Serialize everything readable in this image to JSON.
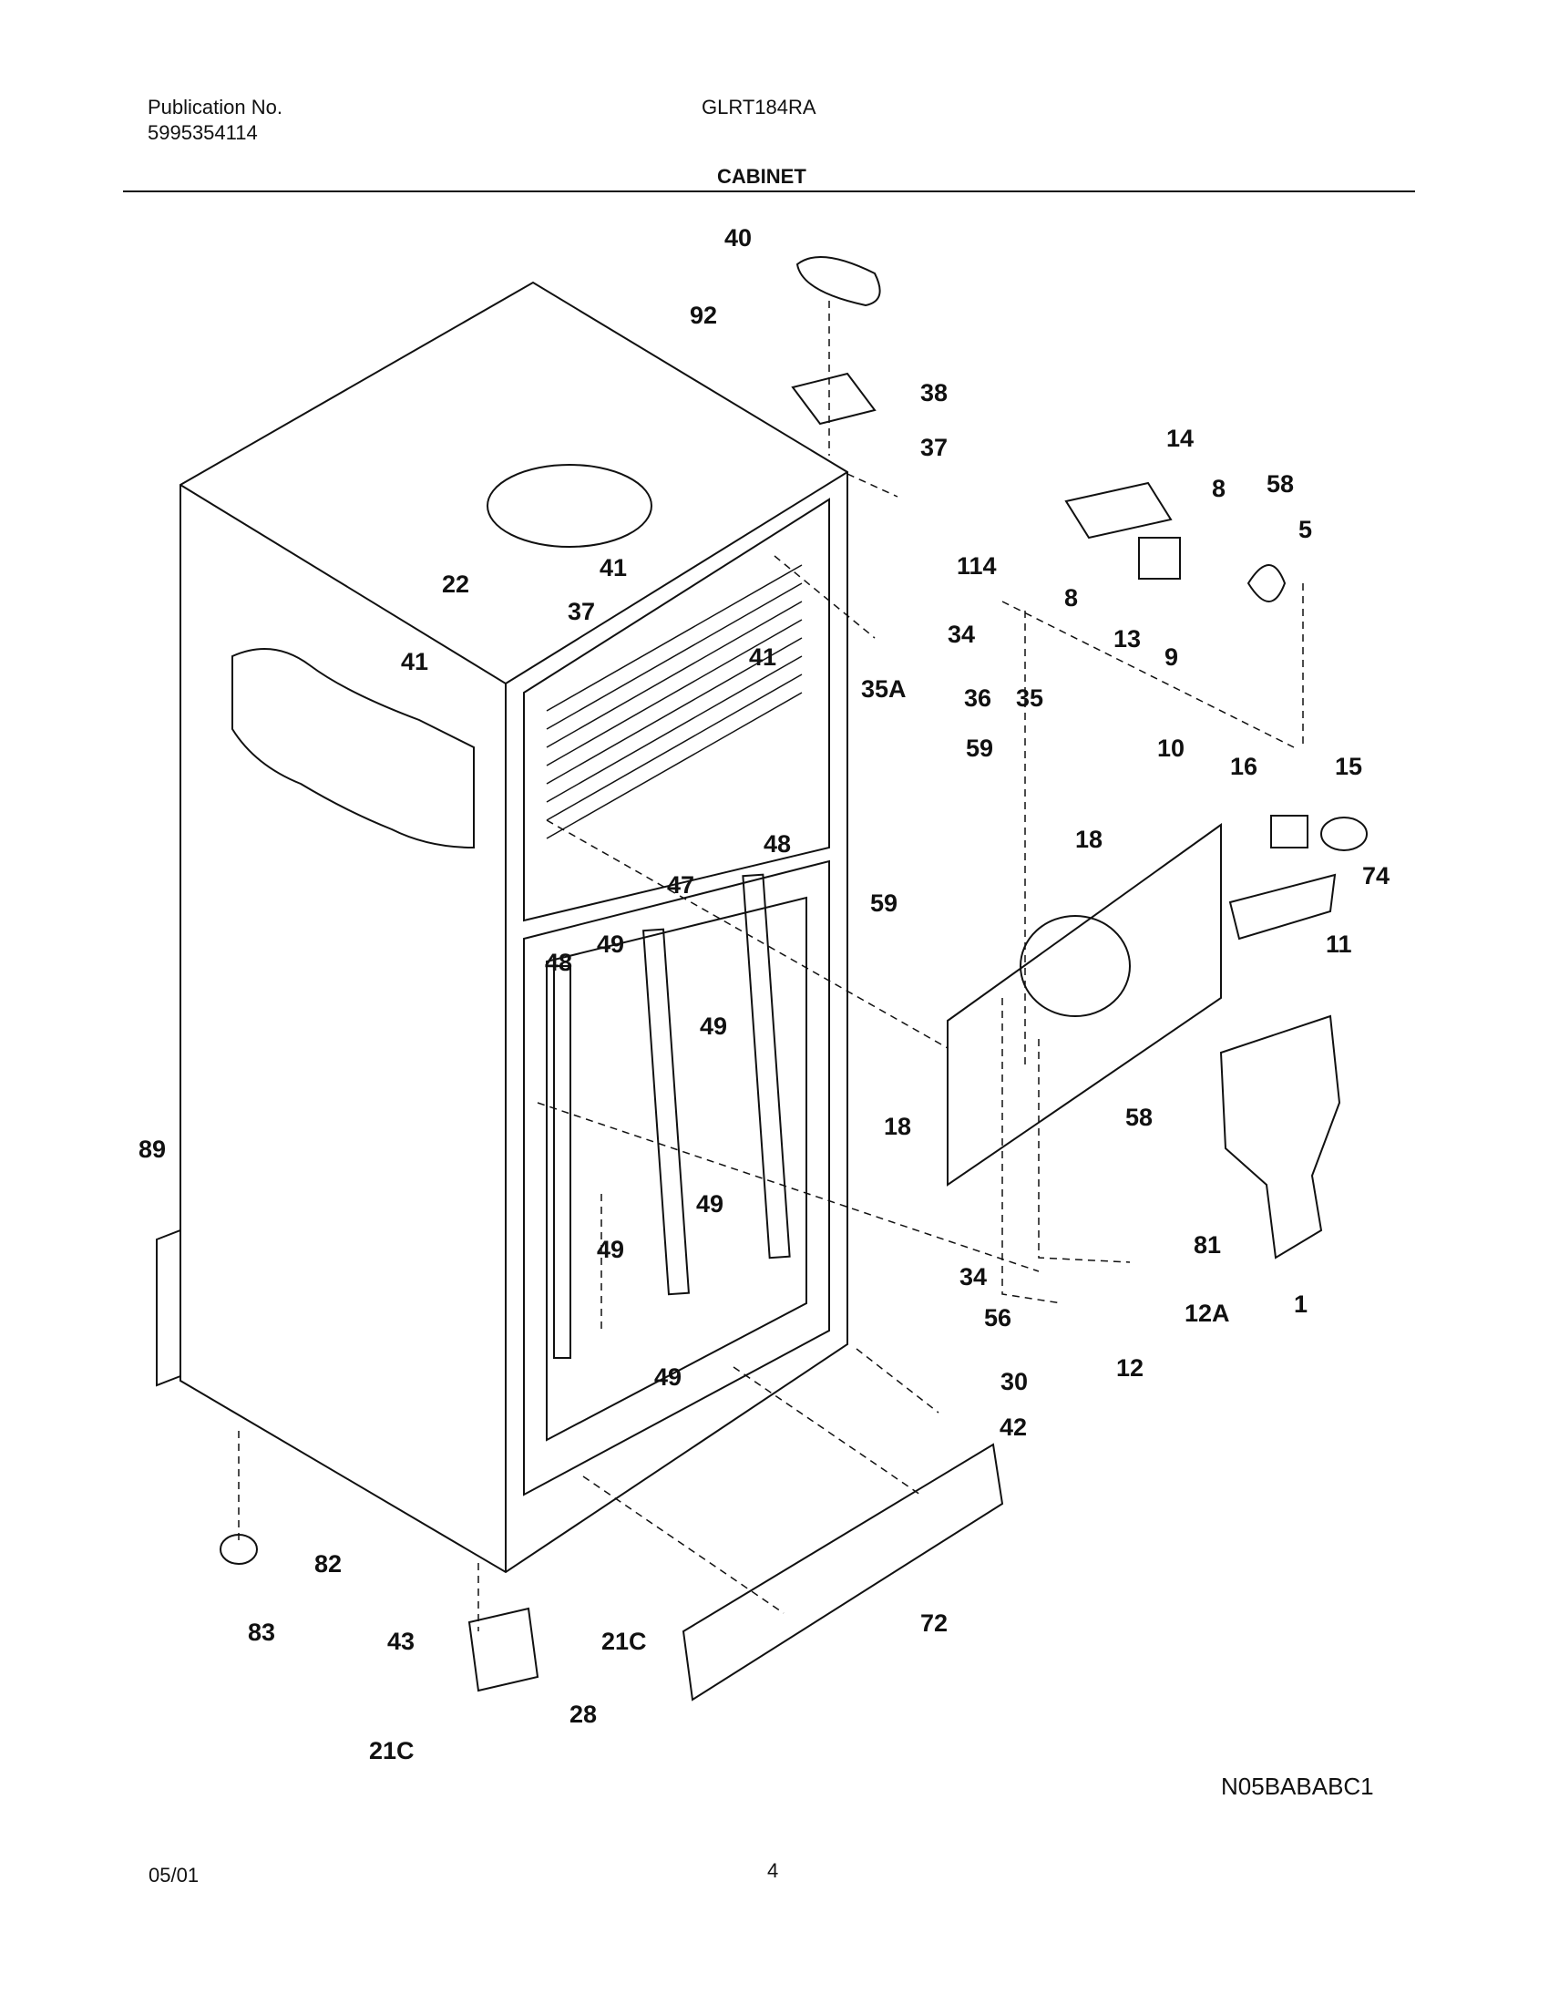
{
  "header": {
    "publication_label": "Publication No.",
    "publication_number": "5995354114",
    "model": "GLRT184RA",
    "section_title": "CABINET"
  },
  "footer": {
    "date": "05/01",
    "page_number": "4"
  },
  "diagram_code": "N05BABABC1",
  "callouts": [
    "40",
    "92",
    "38",
    "37",
    "14",
    "8",
    "58",
    "5",
    "114",
    "41",
    "22",
    "37",
    "41",
    "34",
    "36",
    "35A",
    "35",
    "8",
    "13",
    "9",
    "41",
    "59",
    "10",
    "16",
    "15",
    "18",
    "48",
    "59",
    "74",
    "47",
    "49",
    "48",
    "11",
    "49",
    "18",
    "58",
    "89",
    "49",
    "49",
    "81",
    "34",
    "56",
    "1",
    "12A",
    "12",
    "49",
    "30",
    "42",
    "82",
    "72",
    "83",
    "43",
    "21C",
    "28",
    "21C"
  ]
}
